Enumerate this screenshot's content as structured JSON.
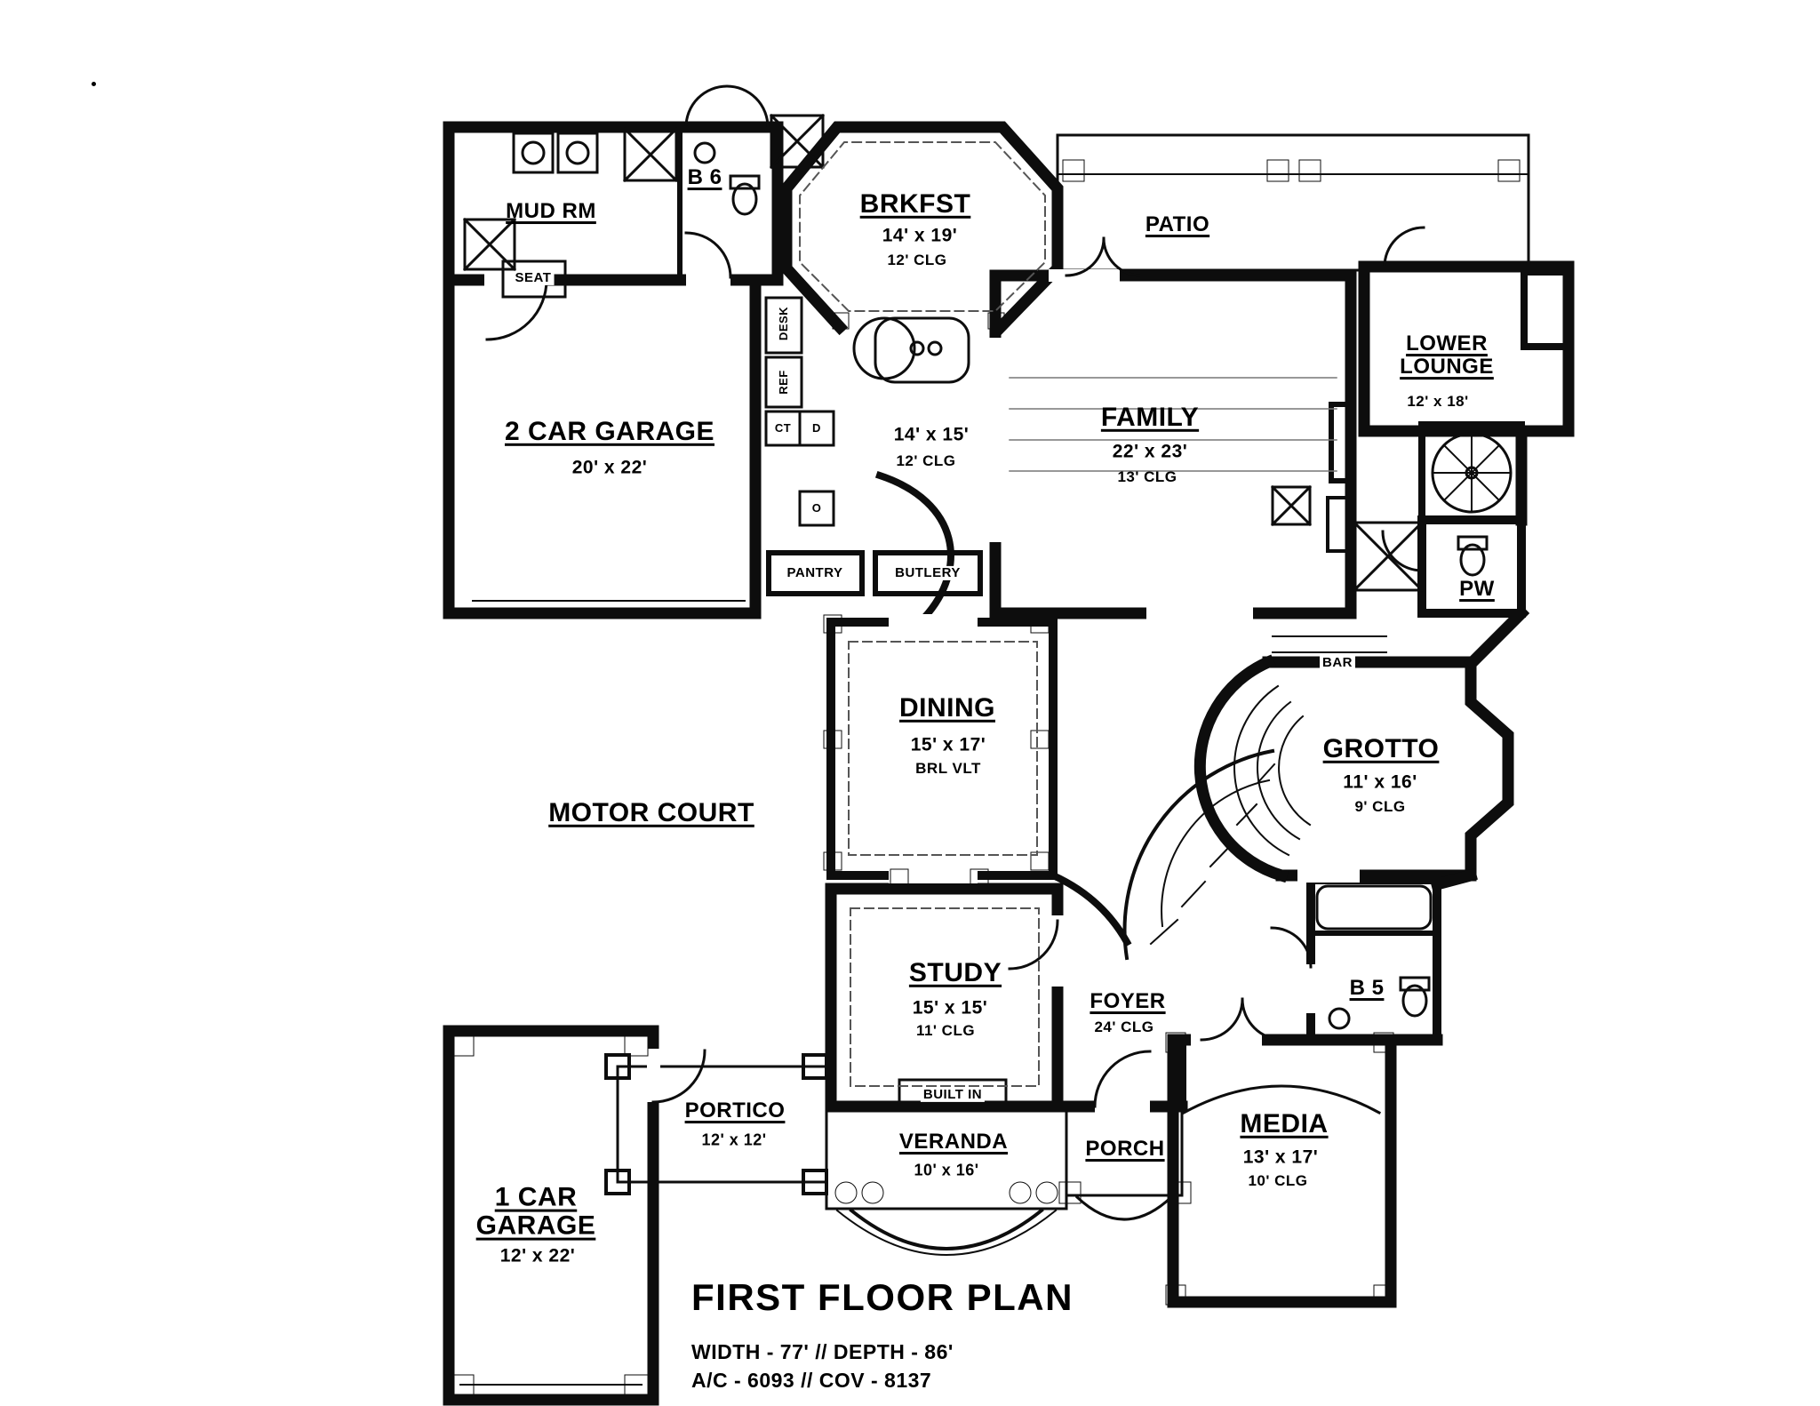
{
  "drawing": {
    "title": "FIRST FLOOR PLAN",
    "width_depth": "WIDTH - 77' // DEPTH - 86'",
    "ac_cov": "A/C - 6093 // COV - 8137"
  },
  "rooms": {
    "mud_rm": {
      "name": "MUD RM"
    },
    "b6": {
      "name": "B 6"
    },
    "brkfst": {
      "name": "BRKFST",
      "size": "14' x 19'",
      "ceiling": "12' CLG"
    },
    "patio": {
      "name": "PATIO"
    },
    "lower_lounge": {
      "name": "LOWER LOUNGE",
      "size": "12' x 18'"
    },
    "garage_2car": {
      "name": "2 CAR GARAGE",
      "size": "20' x 22'"
    },
    "kitchen": {
      "size": "14' x 15'",
      "ceiling": "12' CLG"
    },
    "family": {
      "name": "FAMILY",
      "size": "22' x 23'",
      "ceiling": "13' CLG"
    },
    "pw": {
      "name": "PW"
    },
    "dining": {
      "name": "DINING",
      "size": "15' x 17'",
      "ceiling": "BRL VLT"
    },
    "motor_court": {
      "name": "MOTOR COURT"
    },
    "grotto": {
      "name": "GROTTO",
      "size": "11' x 16'",
      "ceiling": "9' CLG"
    },
    "study": {
      "name": "STUDY",
      "size": "15' x 15'",
      "ceiling": "11' CLG"
    },
    "foyer": {
      "name": "FOYER",
      "ceiling": "24' CLG"
    },
    "b5": {
      "name": "B 5"
    },
    "media": {
      "name": "MEDIA",
      "size": "13' x 17'",
      "ceiling": "10' CLG"
    },
    "portico": {
      "name": "PORTICO",
      "size": "12' x 12'"
    },
    "veranda": {
      "name": "VERANDA",
      "size": "10' x 16'"
    },
    "porch": {
      "name": "PORCH"
    },
    "garage_1car": {
      "name": "1 CAR GARAGE",
      "size": "12' x 22'"
    }
  },
  "annotations": {
    "seat": "SEAT",
    "pantry": "PANTRY",
    "butlery": "BUTLERY",
    "bar": "BAR",
    "built_in": "BUILT IN",
    "desk": "DESK",
    "ref": "REF",
    "cooktop": "CT",
    "dishwasher": "D",
    "oven": "O"
  }
}
